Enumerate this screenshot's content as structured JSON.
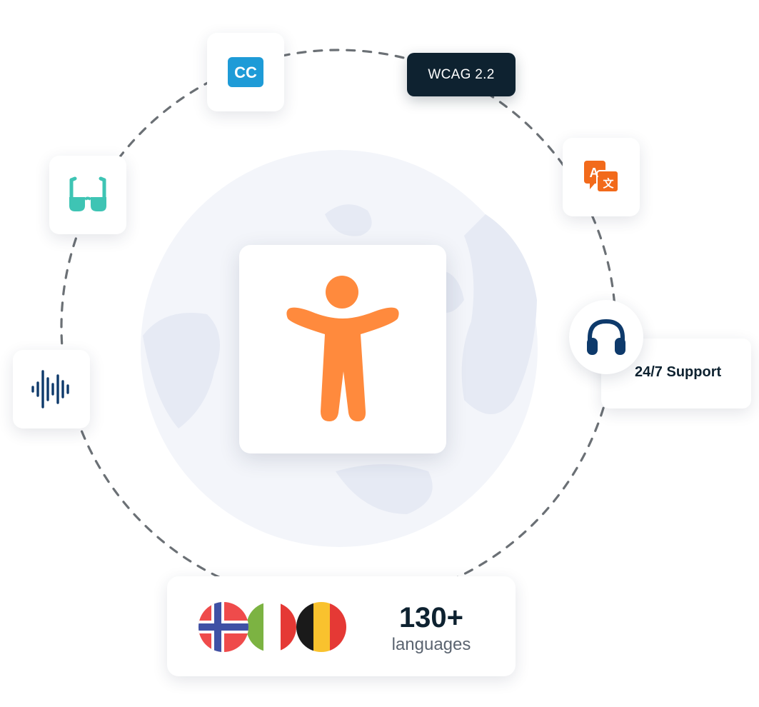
{
  "badge": {
    "label": "WCAG 2.2"
  },
  "cards": {
    "cc": {
      "icon": "closed-captions-icon",
      "text": "CC",
      "color": "#1e9bd7"
    },
    "glasses": {
      "icon": "glasses-icon",
      "color": "#3ec4b4"
    },
    "audio": {
      "icon": "sound-wave-icon",
      "color": "#0e3a6b"
    },
    "translate": {
      "icon": "translate-icon",
      "text_a": "A",
      "text_b": "文",
      "color": "#f26a1b"
    },
    "accessibility": {
      "icon": "accessibility-person-icon",
      "color": "#ff8a3d"
    }
  },
  "support": {
    "label": "24/7 Support",
    "icon": "headphones-icon",
    "color": "#0e3a6b"
  },
  "languages": {
    "count": "130+",
    "label": "languages",
    "flags": [
      "norway-flag",
      "italy-flag",
      "belgium-flag"
    ]
  },
  "colors": {
    "dark": "#0e2230",
    "ring": "#6b7075",
    "globe": "#e7ebf5"
  }
}
